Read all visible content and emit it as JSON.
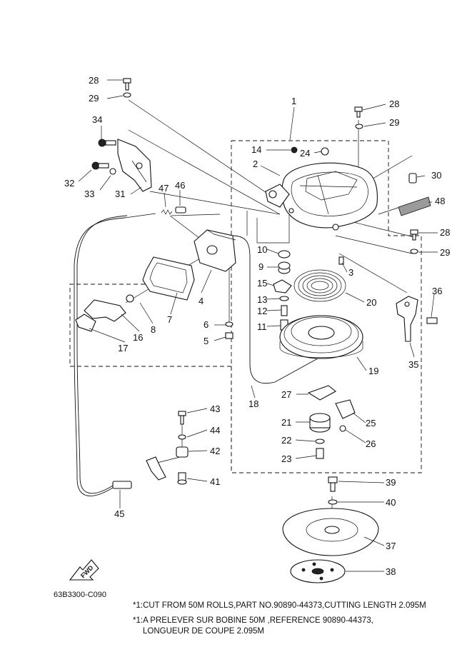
{
  "callouts": [
    {
      "id": "c28a",
      "label": "28"
    },
    {
      "id": "c29a",
      "label": "29"
    },
    {
      "id": "c1",
      "label": "1"
    },
    {
      "id": "c28b",
      "label": "28"
    },
    {
      "id": "c29b",
      "label": "29"
    },
    {
      "id": "c34",
      "label": "34"
    },
    {
      "id": "c14",
      "label": "14"
    },
    {
      "id": "c24",
      "label": "24"
    },
    {
      "id": "c2",
      "label": "2"
    },
    {
      "id": "c30",
      "label": "30"
    },
    {
      "id": "c32",
      "label": "32"
    },
    {
      "id": "c33",
      "label": "33"
    },
    {
      "id": "c31",
      "label": "31"
    },
    {
      "id": "c47",
      "label": "47"
    },
    {
      "id": "c46",
      "label": "46"
    },
    {
      "id": "c48",
      "label": "48"
    },
    {
      "id": "c28c",
      "label": "28"
    },
    {
      "id": "c29c",
      "label": "29"
    },
    {
      "id": "c10",
      "label": "10"
    },
    {
      "id": "c9",
      "label": "9"
    },
    {
      "id": "c3",
      "label": "3"
    },
    {
      "id": "c15",
      "label": "15"
    },
    {
      "id": "c13",
      "label": "13"
    },
    {
      "id": "c12",
      "label": "12"
    },
    {
      "id": "c20",
      "label": "20"
    },
    {
      "id": "c36",
      "label": "36"
    },
    {
      "id": "c4",
      "label": "4"
    },
    {
      "id": "c7",
      "label": "7"
    },
    {
      "id": "c8",
      "label": "8"
    },
    {
      "id": "c6",
      "label": "6"
    },
    {
      "id": "c11",
      "label": "11"
    },
    {
      "id": "c5",
      "label": "5"
    },
    {
      "id": "c16",
      "label": "16"
    },
    {
      "id": "c17",
      "label": "17"
    },
    {
      "id": "c19",
      "label": "19"
    },
    {
      "id": "c35",
      "label": "35"
    },
    {
      "id": "c18",
      "label": "18"
    },
    {
      "id": "c27",
      "label": "27"
    },
    {
      "id": "c43",
      "label": "43"
    },
    {
      "id": "c21",
      "label": "21"
    },
    {
      "id": "c25",
      "label": "25"
    },
    {
      "id": "c44",
      "label": "44"
    },
    {
      "id": "c22",
      "label": "22"
    },
    {
      "id": "c26",
      "label": "26"
    },
    {
      "id": "c42",
      "label": "42"
    },
    {
      "id": "c23",
      "label": "23"
    },
    {
      "id": "c41",
      "label": "41"
    },
    {
      "id": "c39",
      "label": "39"
    },
    {
      "id": "c40",
      "label": "40"
    },
    {
      "id": "c45",
      "label": "45"
    },
    {
      "id": "c37",
      "label": "37"
    },
    {
      "id": "c38",
      "label": "38"
    }
  ],
  "fwd_label": "FWD",
  "drawing_code": "63B3300-C090",
  "notes": [
    "*1:CUT FROM 50M ROLLS,PART NO.90890-44373,CUTTING LENGTH 2.095M",
    "*1:A PRELEVER SUR BOBINE 50M ,REFERENCE 90890-44373,",
    "LONGUEUR DE COUPE 2.095M"
  ]
}
